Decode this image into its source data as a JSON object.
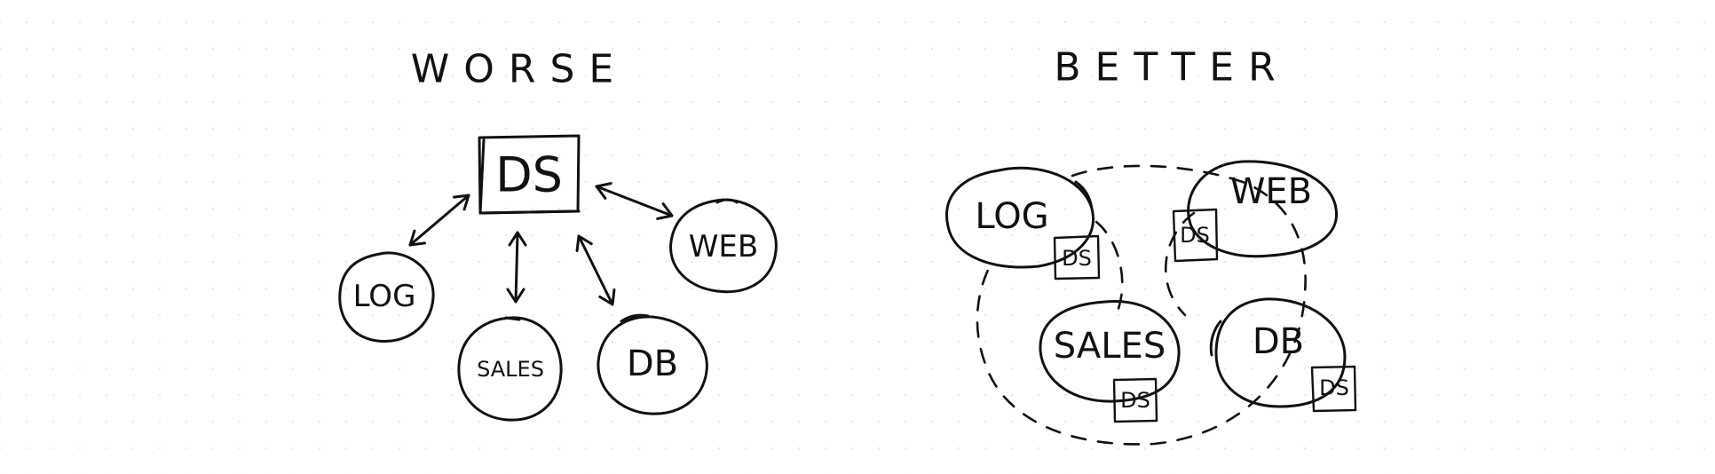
{
  "left": {
    "title": "WORSE",
    "hub_label": "DS",
    "nodes": {
      "log": "LOG",
      "web": "WEB",
      "sales": "SALES",
      "db": "DB"
    }
  },
  "right": {
    "title": "BETTER",
    "nodes": {
      "log": "LOG",
      "web": "WEB",
      "sales": "SALES",
      "db": "DB"
    },
    "ds_label": "DS"
  }
}
